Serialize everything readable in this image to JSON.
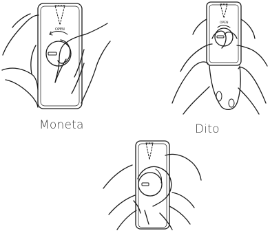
{
  "panels": [
    {
      "caption": "Moneta",
      "device_label": "OPEN"
    },
    {
      "caption": "Dito",
      "device_label": "OPEN"
    },
    {
      "caption": "",
      "device_label": ""
    }
  ]
}
